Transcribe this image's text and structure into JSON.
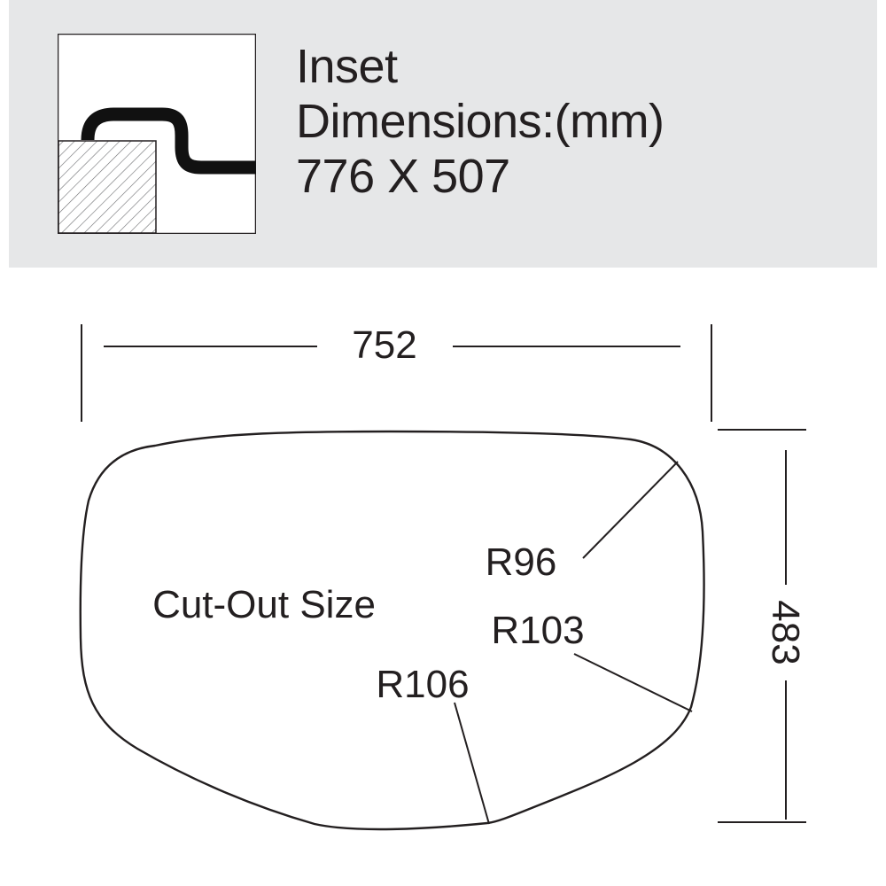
{
  "header": {
    "style_label": "Inset",
    "dimensions_label": "Dimensions:(mm)",
    "dimensions_value": "776 X 507",
    "band_color": "#e6e7e8"
  },
  "inset_icon": {
    "icon": "inset-mount-profile-icon"
  },
  "cutout": {
    "label": "Cut-Out Size",
    "width_label": "752",
    "height_label": "483",
    "radius_labels": [
      "R96",
      "R103",
      "R106"
    ]
  },
  "colors": {
    "line": "#231f20",
    "background": "#ffffff"
  }
}
